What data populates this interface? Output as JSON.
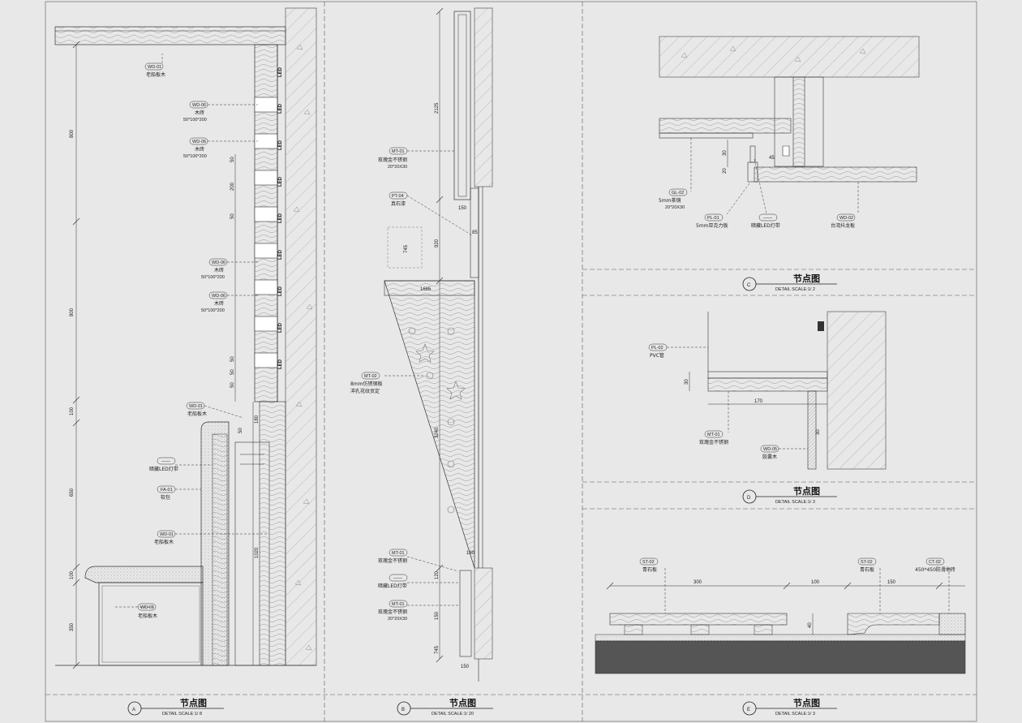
{
  "materials": {
    "wd01": {
      "code": "WD-01",
      "text": "老船板木"
    },
    "wd06": {
      "code": "WD-06",
      "text": "木砖",
      "size": "50*100*200"
    },
    "mt01": {
      "code": "MT-01",
      "text": "玫瑰金不锈钢",
      "size": "20*20X30"
    },
    "pt04": {
      "code": "PT-04",
      "text": "真石漆"
    },
    "mt02": {
      "code": "MT-02",
      "text": "8mm仿锈钢板",
      "text2": "冲孔花纹贡定"
    },
    "led": {
      "code": "——",
      "text": "暗藏LED灯带"
    },
    "fa01": {
      "code": "FA-01",
      "text": "软包"
    },
    "gl02": {
      "code": "GL-02",
      "text": "5mm茶镜",
      "size": "20*20X30"
    },
    "pl01": {
      "code": "PL-01",
      "text": "5mm亚克力板"
    },
    "wd02": {
      "code": "WD-02",
      "text": "台湾抖龙板"
    },
    "pl02": {
      "code": "PL-02",
      "text": "PVC管"
    },
    "wd05": {
      "code": "WD-05",
      "text": "胶囊木"
    },
    "st02": {
      "code": "ST-02",
      "text": "青石板"
    },
    "ct02": {
      "code": "CT-02",
      "text": "450*450防滑地砖"
    }
  },
  "led_mark": "LED",
  "dims": {
    "a": [
      "800",
      "800",
      "50",
      "200",
      "50",
      "50",
      "50",
      "50",
      "100",
      "650",
      "100",
      "350",
      "1020",
      "180",
      "50"
    ],
    "b": [
      "2125",
      "920",
      "745",
      "1685",
      "150",
      "85",
      "3240",
      "180",
      "120",
      "150",
      "150",
      "745"
    ],
    "c": [
      "30",
      "20",
      "45"
    ],
    "d": [
      "30",
      "170",
      "30"
    ],
    "e": [
      "300",
      "100",
      "150",
      "40"
    ]
  },
  "details": [
    {
      "id": "A",
      "title": "节点图",
      "sub": "DETAIL   SCALE:1/  8"
    },
    {
      "id": "B",
      "title": "节点图",
      "sub": "DETAIL   SCALE:1/  20"
    },
    {
      "id": "C",
      "title": "节点图",
      "sub": "DETAIL   SCALE:1/  2"
    },
    {
      "id": "D",
      "title": "节点图",
      "sub": "DETAIL   SCALE:1/  3"
    },
    {
      "id": "E",
      "title": "节点图",
      "sub": "DETAIL   SCALE:1/  3"
    }
  ]
}
